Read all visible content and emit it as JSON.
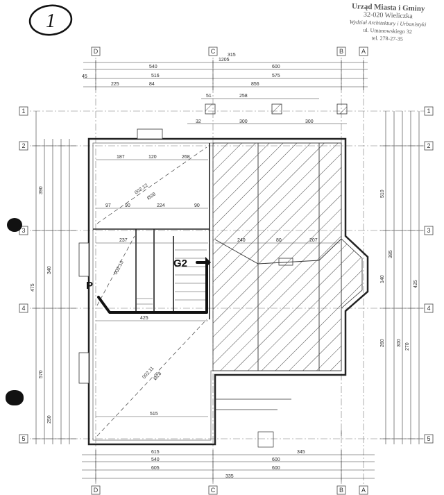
{
  "sheet": {
    "number": "1"
  },
  "stamp": {
    "line1": "Urząd Miasta i Gminy",
    "line2": "32-020 Wieliczka",
    "line3": "Wydział Architektury i Urbanistyki",
    "line4": "ul. Umanowskiego 32",
    "line5": "tel. 278-27-35"
  },
  "axes": {
    "columns": [
      "D",
      "C",
      "B",
      "A"
    ],
    "rows": [
      "1",
      "2",
      "3",
      "4",
      "5"
    ]
  },
  "rooms": {
    "r1": "002.12",
    "r1_area": "Ø28",
    "r2": "002.13",
    "r3": "002.11",
    "r3_area": "Ø28"
  },
  "markers": {
    "p": "P",
    "g2": "G2"
  },
  "dims": {
    "top1": "1205",
    "top2": "315",
    "top3": "540",
    "top4": "600",
    "top5": "45",
    "top6": "516",
    "top7": "575",
    "top8": "225",
    "top9": "84",
    "top10": "856",
    "top11": "51",
    "top12": "258",
    "top13": "300",
    "top14": "300",
    "top15": "32",
    "r187": "187",
    "r120": "120",
    "r268": "268",
    "r97": "97",
    "r90a": "90",
    "r224": "224",
    "r90b": "90",
    "r237": "237",
    "r240": "240",
    "r80": "80",
    "r207": "207",
    "r425": "425",
    "r515": "515",
    "bot1": "605",
    "bot2": "540",
    "bot3": "615",
    "bot4": "600",
    "bot5": "345",
    "bot6": "600",
    "bot7": "335",
    "left1": "475",
    "left2": "390",
    "left3": "570",
    "left4": "250",
    "left5": "340",
    "right1": "510",
    "right2": "385",
    "right3": "140",
    "right4": "260",
    "right5": "300",
    "right6": "270",
    "right7": "425"
  }
}
